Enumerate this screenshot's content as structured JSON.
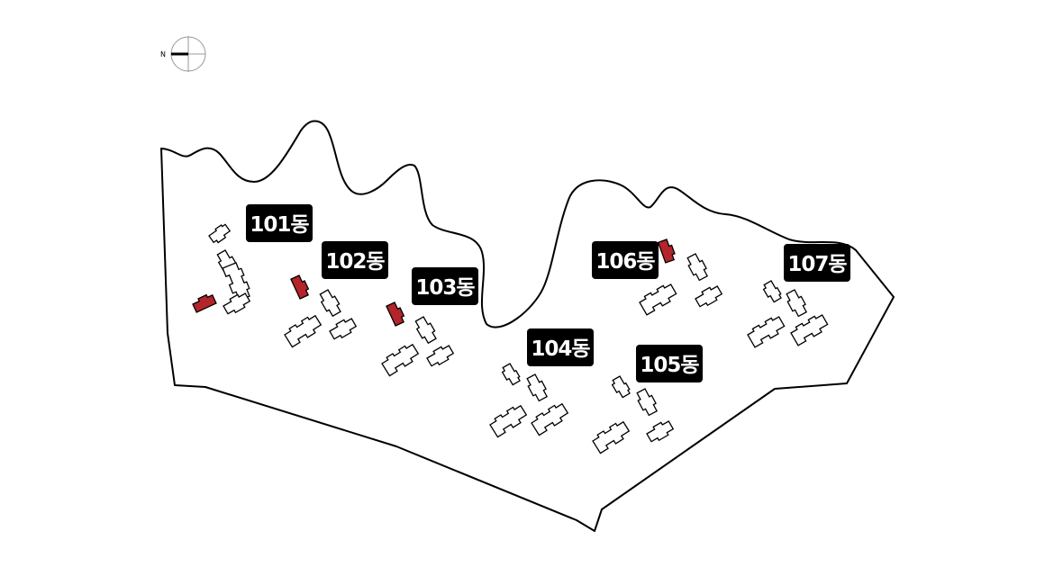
{
  "compass": {
    "north_label": "N",
    "icon": "north-arrow-icon"
  },
  "colors": {
    "highlight": "#b3252b",
    "label_bg": "#000000",
    "label_text": "#ffffff",
    "outline": "#000000"
  },
  "buildings": [
    {
      "id": "101",
      "label": "101동",
      "highlighted": true
    },
    {
      "id": "102",
      "label": "102동",
      "highlighted": true
    },
    {
      "id": "103",
      "label": "103동",
      "highlighted": true
    },
    {
      "id": "104",
      "label": "104동",
      "highlighted": false
    },
    {
      "id": "105",
      "label": "105동",
      "highlighted": false
    },
    {
      "id": "106",
      "label": "106동",
      "highlighted": true
    },
    {
      "id": "107",
      "label": "107동",
      "highlighted": false
    }
  ]
}
